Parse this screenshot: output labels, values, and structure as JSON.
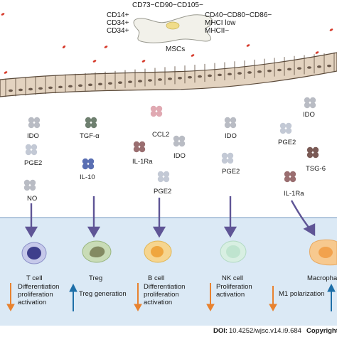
{
  "msc": {
    "top_markers": "CD73−CD90−CD105−",
    "left_markers": [
      "CD14+",
      "CD34+",
      "CD34+"
    ],
    "right_markers": [
      "CD40−CD80−CD86−",
      "MHCI low",
      "MHCII−"
    ],
    "label": "MSCs"
  },
  "colors": {
    "ido": "#b9bcc4",
    "tgf": "#6f8070",
    "il10": "#5a6fb3",
    "ccl2": "#e0a9b2",
    "il1ra": "#9a6e70",
    "pge2": "#c3c9d5",
    "tsg6": "#7a5a55",
    "arrow": "#5f5596",
    "tissue": "#e3d3c0",
    "tissue_line": "#5b4a3a",
    "nucleus": "#6b5a4c",
    "blood": "#d63a2b",
    "bottom": "#dbe9f5",
    "orange": "#e8822f",
    "blue": "#1e6fa8"
  },
  "columns": [
    {
      "factors": [
        "IDO",
        "PGE2",
        "NO"
      ],
      "cell": "T cell",
      "effects": [
        "Differentiation",
        "proliferation",
        "activation"
      ],
      "direction": "down"
    },
    {
      "factors": [
        "TGF-α",
        "IL-10"
      ],
      "cell": "Treg",
      "effects": [
        "Treg generation"
      ],
      "direction": "up"
    },
    {
      "factors": [
        "CCL2",
        "IL-1Ra",
        "IDO",
        "PGE2"
      ],
      "cell": "B cell",
      "effects": [
        "Differentiation",
        "proliferation",
        "activation"
      ],
      "direction": "down"
    },
    {
      "factors": [
        "IDO",
        "PGE2"
      ],
      "cell": "NK cell",
      "effects": [
        "Proliferation",
        "activation"
      ],
      "direction": "down"
    },
    {
      "factors": [
        "IDO",
        "PGE2",
        "TSG-6",
        "IL-1Ra"
      ],
      "cell": "Macropha",
      "effects": [
        "M1 polarization"
      ],
      "direction": "down"
    }
  ],
  "footer": {
    "doi_label": "DOI:",
    "doi_value": "10.4252/wjsc.v14.i9.684",
    "copyright": "Copyright"
  }
}
